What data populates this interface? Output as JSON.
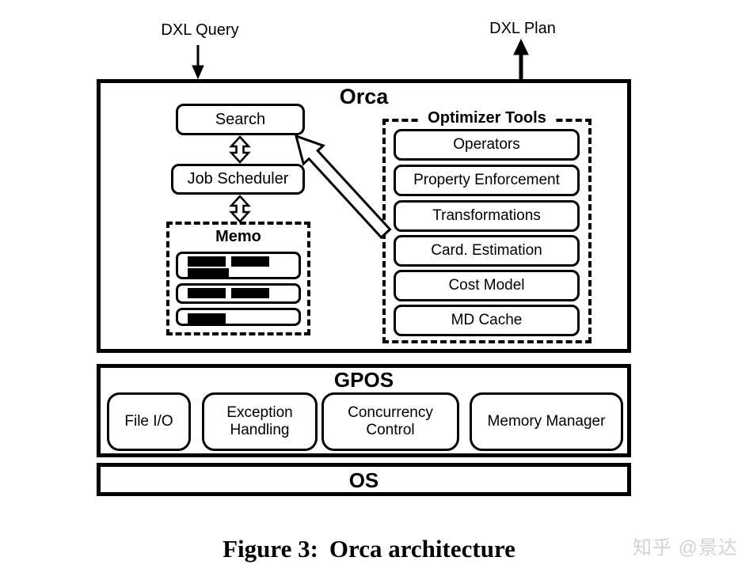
{
  "labels": {
    "dxl_query": "DXL Query",
    "dxl_plan": "DXL Plan"
  },
  "orca": {
    "title": "Orca",
    "search": "Search",
    "job_scheduler": "Job Scheduler",
    "memo": {
      "title": "Memo"
    },
    "optimizer_tools": {
      "title": "Optimizer Tools",
      "items": [
        "Operators",
        "Property Enforcement",
        "Transformations",
        "Card. Estimation",
        "Cost Model",
        "MD Cache"
      ]
    }
  },
  "gpos": {
    "title": "GPOS",
    "items": [
      "File I/O",
      "Exception Handling",
      "Concurrency Control",
      "Memory Manager"
    ]
  },
  "os": {
    "title": "OS"
  },
  "caption": {
    "label": "Figure 3:",
    "title": "Orca architecture"
  },
  "watermark": "知乎 @景达",
  "colors": {
    "line": "#000000",
    "background": "#ffffff",
    "watermark": "#d3d3d3"
  }
}
